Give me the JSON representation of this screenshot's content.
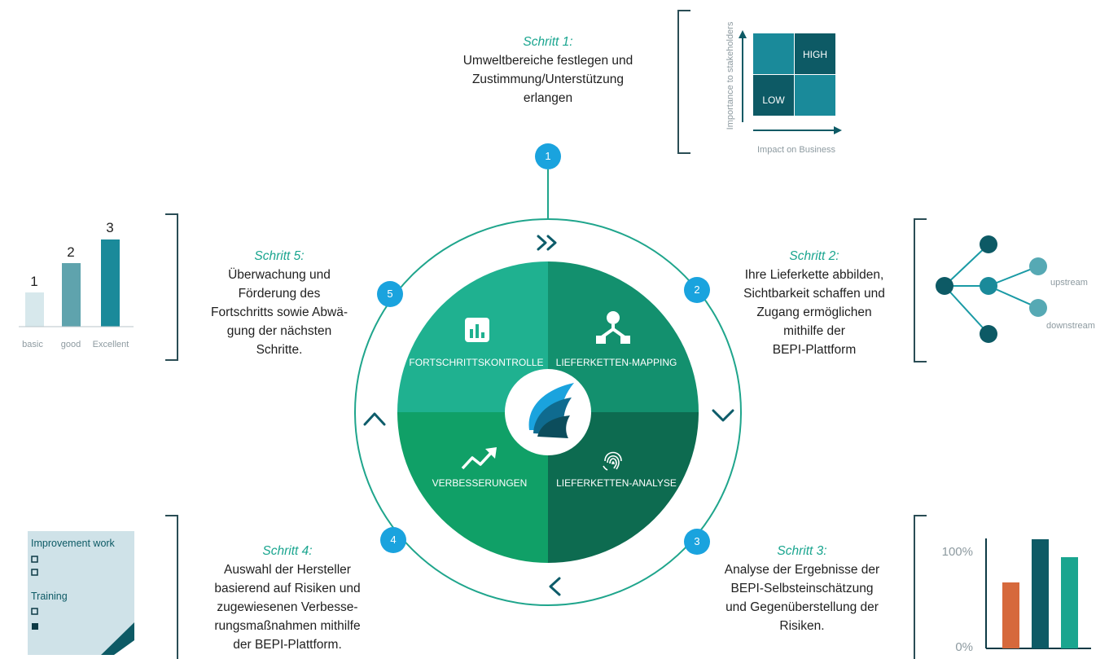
{
  "steps": [
    {
      "n": "1",
      "title": "Schritt 1:",
      "lines": [
        "Umweltbereiche festlegen und",
        "Zustimmung/Unterstützung",
        "erlangen"
      ]
    },
    {
      "n": "2",
      "title": "Schritt 2:",
      "lines": [
        "Ihre Lieferkette abbilden,",
        "Sichtbarkeit schaffen und",
        "Zugang ermöglichen",
        "mithilfe der",
        "BEPI-Plattform"
      ]
    },
    {
      "n": "3",
      "title": "Schritt 3:",
      "lines": [
        "Analyse der Ergebnisse der",
        "BEPI-Selbsteinschätzung",
        "und Gegenüberstellung der",
        "Risiken."
      ]
    },
    {
      "n": "4",
      "title": "Schritt 4:",
      "lines": [
        "Auswahl der Hersteller",
        "basierend auf Risiken und",
        "zugewiesenen Verbesse-",
        "rungsmaßnahmen mithilfe",
        "der BEPI-Plattform."
      ]
    },
    {
      "n": "5",
      "title": "Schritt 5:",
      "lines": [
        "Überwachung und",
        "Förderung des",
        "Fortschritts sowie Abwä-",
        "gung der nächsten",
        "Schritte."
      ]
    }
  ],
  "wheel": {
    "q_top_left": "FORTSCHRITTSKONTROLLE",
    "q_top_right": "LIEFERKETTEN-MAPPING",
    "q_bottom_left": "VERBESSERUNGEN",
    "q_bottom_right": "LIEFERKETTEN-ANALYSE",
    "arrow_top": "»",
    "colors": {
      "tl": "#1fb190",
      "tr": "#13906e",
      "bl": "#10a067",
      "br": "#0d6b50",
      "ring": "#1fa58c"
    }
  },
  "matrix": {
    "high": "HIGH",
    "low": "LOW",
    "y_label": "Importance to stakeholders",
    "x_label": "Impact on Business"
  },
  "tree": {
    "upstream": "upstream",
    "downstream": "downstream"
  },
  "levels": {
    "values": [
      "1",
      "2",
      "3"
    ],
    "labels": [
      "basic",
      "good",
      "Excellent"
    ]
  },
  "checklist": {
    "title1": "Improvement work",
    "title2": "Training"
  },
  "bars": {
    "y_top": "100%",
    "y_bottom": "0%"
  }
}
